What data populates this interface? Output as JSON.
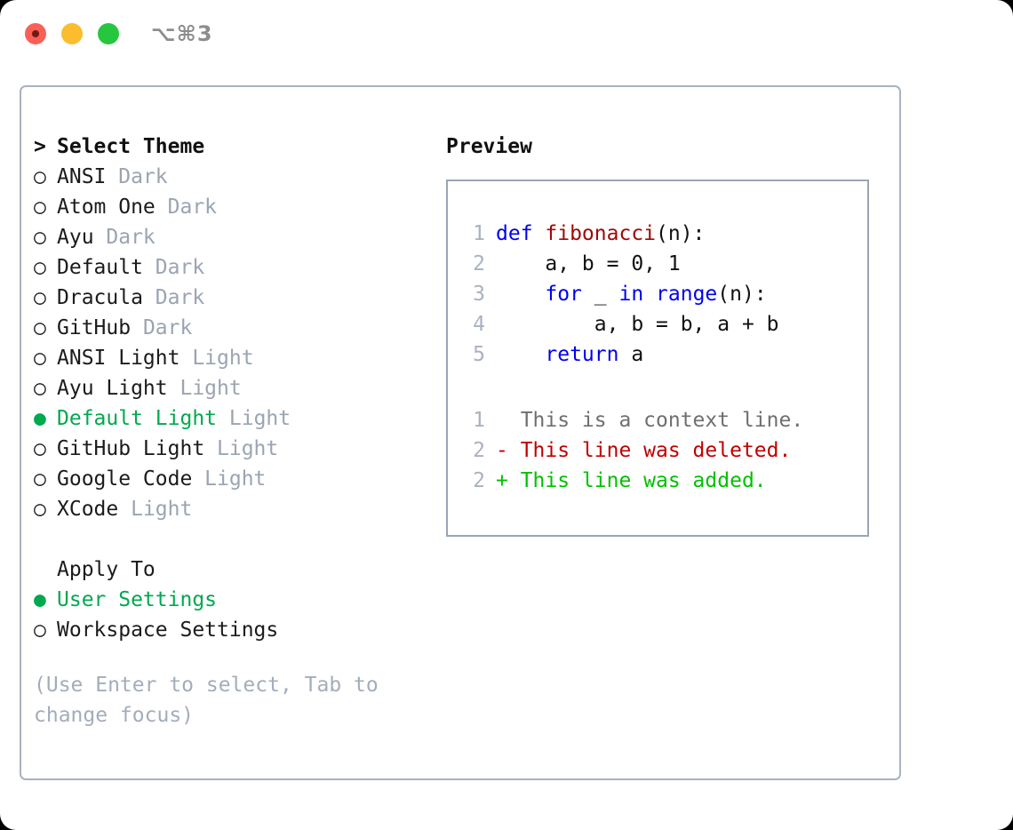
{
  "window": {
    "shortcut": "⌥⌘3",
    "traffic_lights": [
      "close-button",
      "minimize-button",
      "maximize-button"
    ],
    "colors": {
      "close": "#fb5f57",
      "minimize": "#fbbd2e",
      "maximize": "#26c73f",
      "accent_green": "#00a84f",
      "muted": "#9aa4b2",
      "border": "#a9b2c1"
    }
  },
  "theme_list": {
    "heading": "Select Theme",
    "heading_marker": ">",
    "marker_unselected": "○",
    "marker_selected": "●",
    "items": [
      {
        "label": "ANSI",
        "variant": "Dark",
        "selected": false
      },
      {
        "label": "Atom One",
        "variant": "Dark",
        "selected": false
      },
      {
        "label": "Ayu",
        "variant": "Dark",
        "selected": false
      },
      {
        "label": "Default",
        "variant": "Dark",
        "selected": false
      },
      {
        "label": "Dracula",
        "variant": "Dark",
        "selected": false
      },
      {
        "label": "GitHub",
        "variant": "Dark",
        "selected": false
      },
      {
        "label": "ANSI Light",
        "variant": "Light",
        "selected": false
      },
      {
        "label": "Ayu Light",
        "variant": "Light",
        "selected": false
      },
      {
        "label": "Default Light",
        "variant": "Light",
        "selected": true
      },
      {
        "label": "GitHub Light",
        "variant": "Light",
        "selected": false
      },
      {
        "label": "Google Code",
        "variant": "Light",
        "selected": false
      },
      {
        "label": "XCode",
        "variant": "Light",
        "selected": false
      }
    ]
  },
  "apply_to": {
    "heading": "Apply To",
    "items": [
      {
        "label": "User Settings",
        "selected": true
      },
      {
        "label": "Workspace Settings",
        "selected": false
      }
    ]
  },
  "hint": "(Use Enter to select, Tab to change focus)",
  "preview": {
    "title": "Preview",
    "code_lines": [
      {
        "no": "1",
        "tokens": [
          {
            "t": "def ",
            "c": "kw"
          },
          {
            "t": "fibonacci",
            "c": "fn"
          },
          {
            "t": "(n):",
            "c": "plain"
          }
        ]
      },
      {
        "no": "2",
        "tokens": [
          {
            "t": "    a, b = 0, 1",
            "c": "plain"
          }
        ]
      },
      {
        "no": "3",
        "tokens": [
          {
            "t": "    ",
            "c": "plain"
          },
          {
            "t": "for",
            "c": "kw"
          },
          {
            "t": " _ ",
            "c": "plain"
          },
          {
            "t": "in",
            "c": "kw"
          },
          {
            "t": " ",
            "c": "plain"
          },
          {
            "t": "range",
            "c": "kw"
          },
          {
            "t": "(n):",
            "c": "plain"
          }
        ]
      },
      {
        "no": "4",
        "tokens": [
          {
            "t": "        a, b = b, a + b",
            "c": "plain"
          }
        ]
      },
      {
        "no": "5",
        "tokens": [
          {
            "t": "    ",
            "c": "plain"
          },
          {
            "t": "return",
            "c": "kw"
          },
          {
            "t": " a",
            "c": "plain"
          }
        ]
      }
    ],
    "diff_lines": [
      {
        "no": "1",
        "sign": " ",
        "text": "This is a context line.",
        "kind": "ctx"
      },
      {
        "no": "2",
        "sign": "-",
        "text": "This line was deleted.",
        "kind": "del"
      },
      {
        "no": "2",
        "sign": "+",
        "text": "This line was added.",
        "kind": "add"
      }
    ]
  }
}
